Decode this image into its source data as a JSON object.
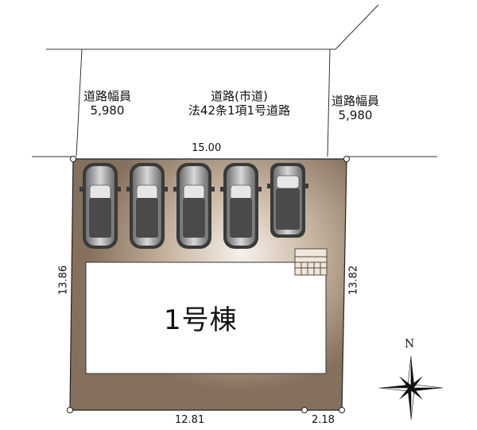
{
  "road": {
    "width_left_label": "道路幅員",
    "width_left_value": "5,980",
    "title_line1": "道路(市道)",
    "title_line2": "法42条1項1号道路",
    "width_right_label": "道路幅員",
    "width_right_value": "5,980"
  },
  "dimensions": {
    "top": "15.00",
    "left": "13.86",
    "right": "13.82",
    "bottom_main": "12.81",
    "bottom_short": "2.18"
  },
  "building": {
    "label": "1号棟"
  },
  "parking": {
    "car_count": 5
  },
  "compass": {
    "north_label": "N"
  },
  "colors": {
    "lot_fill": "#8b7866",
    "lot_center": "#f2ece4",
    "building_fill": "#ffffff"
  }
}
